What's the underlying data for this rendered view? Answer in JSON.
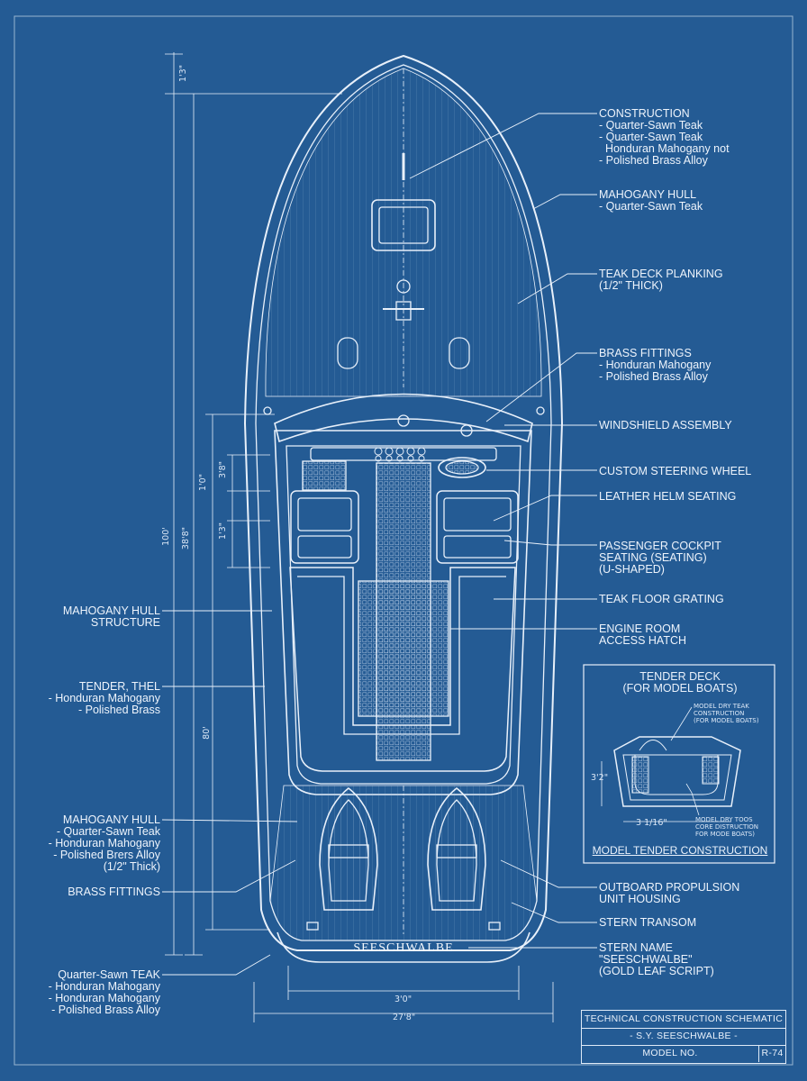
{
  "labels": {
    "construction": [
      "CONSTRUCTION",
      "- Quarter-Sawn Teak",
      "- Quarter-Sawn Teak",
      "  Honduran Mahogany not",
      "- Polished Brass Alloy"
    ],
    "mahogany_hull_top": [
      "MAHOGANY HULL",
      "- Quarter-Sawn Teak"
    ],
    "teak_deck": [
      "TEAK DECK PLANKING",
      "(1/2\" THICK)"
    ],
    "brass_fittings_top": [
      "BRASS FITTINGS",
      "- Honduran Mahogany",
      "- Polished Brass Alloy"
    ],
    "windshield": [
      "WINDSHIELD ASSEMBLY"
    ],
    "steering": [
      "CUSTOM STEERING WHEEL"
    ],
    "helm_seating": [
      "LEATHER HELM SEATING"
    ],
    "passenger": [
      "PASSENGER COCKPIT",
      "SEATING (SEATING)",
      "(U-SHAPED)"
    ],
    "floor_grating": [
      "TEAK FLOOR GRATING"
    ],
    "engine_hatch": [
      "ENGINE ROOM",
      "ACCESS HATCH"
    ],
    "hull_structure": [
      "MAHOGANY HULL",
      "STRUCTURE"
    ],
    "tender_thel": [
      "TENDER, THEL",
      "- Honduran Mahogany",
      "- Polished Brass"
    ],
    "mahogany_hull_low": [
      "MAHOGANY HULL",
      "- Quarter-Sawn Teak",
      "- Honduran Mahogany",
      "- Polished Brers Alloy",
      "(1/2\" Thick)"
    ],
    "brass_fittings_low": [
      "BRASS FITTINGS"
    ],
    "bottom_left": [
      "Quarter-Sawn TEAK",
      "- Honduran Mahogany",
      "- Honduran Mahogany",
      "- Polished Brass Alloy"
    ],
    "outboard": [
      "OUTBOARD PROPULSION",
      "UNIT HOUSING"
    ],
    "stern_transom": [
      "STERN TRANSOM"
    ],
    "stern_name_label": [
      "STERN NAME",
      "\"SEESCHWALBE\"",
      "(GOLD LEAF SCRIPT)"
    ]
  },
  "stern_name": "SEESCHWALBE",
  "dimensions": {
    "overall_length": "100'",
    "bow_offset": "1'3\"",
    "cockpit_length": "38'8\"",
    "aft_length": "80'",
    "seat_1": "1'0\"",
    "seat_2": "3'8\"",
    "seat_3": "1'3\"",
    "stern_width": "3'0\"",
    "beam": "27'8\""
  },
  "inset": {
    "title": [
      "TENDER DECK",
      "(FOR MODEL BOATS)"
    ],
    "note_top": [
      "MODEL DRY TEAK",
      "CONSTRUCTION",
      "(FOR MODEL BOATS)"
    ],
    "note_bottom": [
      "MODEL DRY TOOS",
      "CORE DISTRUCTION",
      "FOR MODE BOATS)"
    ],
    "dim_height": "3'2\"",
    "dim_width": "3 1/16\"",
    "caption": "MODEL TENDER CONSTRUCTION"
  },
  "title_block": {
    "title": "TECHNICAL CONSTRUCTION SCHEMATIC",
    "subtitle": "- S.Y. SEESCHWALBE -",
    "model_label": "MODEL NO.",
    "model_value": "R-74"
  },
  "colors": {
    "paper": "#245b94",
    "ink": "#e9f1fb"
  }
}
